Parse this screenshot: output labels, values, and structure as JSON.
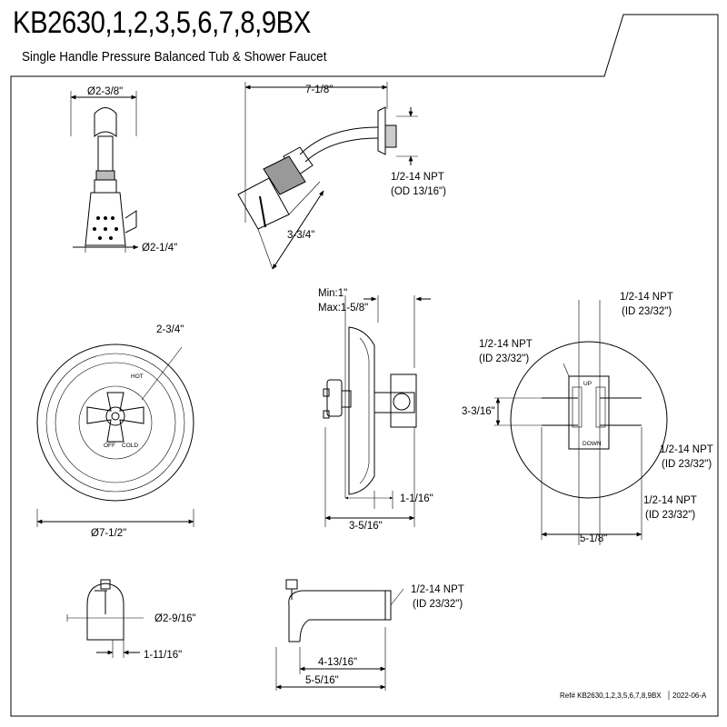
{
  "header": {
    "title": "KB2630,1,2,3,5,6,7,8,9BX",
    "subtitle": "Single Handle Pressure Balanced Tub & Shower Faucet"
  },
  "shower_head_front": {
    "top_dim": "Ø2-3/8\"",
    "bottom_dim": "Ø2-1/4\""
  },
  "shower_arm_side": {
    "length_dim": "7-1/8\"",
    "height_dim": "3-3/4\"",
    "npt_label": "1/2-14 NPT",
    "od_label": "(OD 13/16\")"
  },
  "trim_front": {
    "diagonal_dim": "2-3/4\"",
    "diameter_dim": "Ø7-1/2\"",
    "label_hot": "HOT",
    "label_off": "OFF",
    "label_cold": "COLD"
  },
  "valve_side": {
    "min_label": "Min:1\"",
    "max_label": "Max:1-5/8\"",
    "depth_dim": "1-1/16\"",
    "overall_dim": "3-5/16\""
  },
  "valve_rough": {
    "top_npt": "1/2-14 NPT",
    "top_id": "(ID 23/32\")",
    "left_npt": "1/2-14 NPT",
    "left_id": "(ID 23/32\")",
    "right_npt": "1/2-14 NPT",
    "right_id": "(ID 23/32\")",
    "bottom_npt": "1/2-14 NPT",
    "bottom_id": "(ID 23/32\")",
    "height_dim": "3-3/16\"",
    "width_dim": "5-1/8\"",
    "label_up": "UP",
    "label_down": "DOWN"
  },
  "tub_spout_front": {
    "diameter_dim": "Ø2-9/16\"",
    "depth_dim": "1-11/16\""
  },
  "tub_spout_side": {
    "npt_label": "1/2-14 NPT",
    "id_label": "(ID 23/32\")",
    "inner_dim": "4-13/16\"",
    "overall_dim": "5-5/16\""
  },
  "footer": {
    "ref": "Ref# KB2630,1,2,3,5,6,7,8,9BX",
    "date": "2022-06-A"
  }
}
